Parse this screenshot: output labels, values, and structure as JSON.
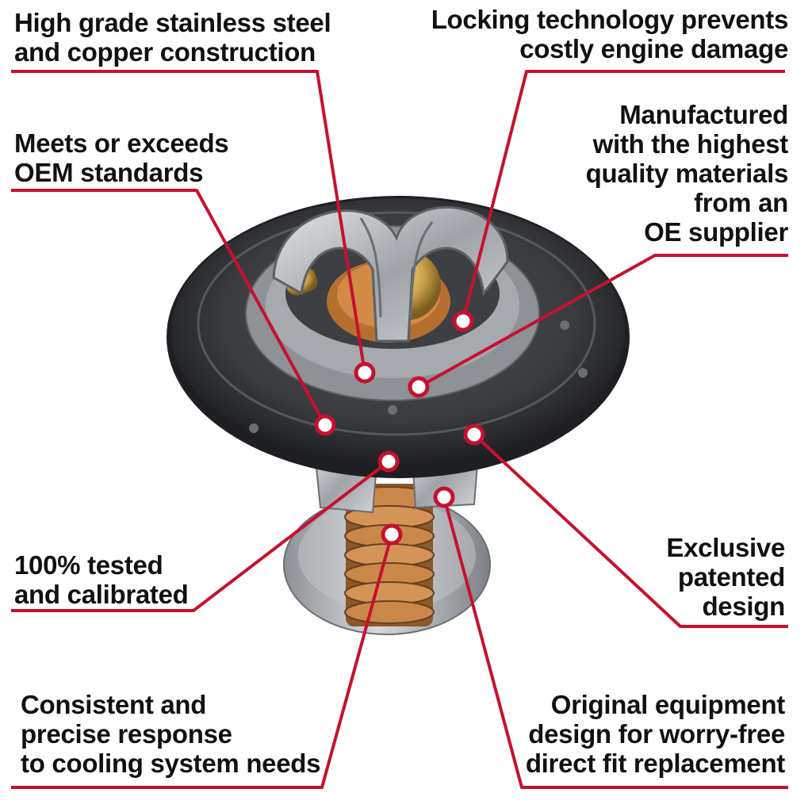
{
  "colors": {
    "leader": "#c8102e",
    "text": "#111111",
    "gasket": "#2b2d30",
    "steel": "#b9bcc0",
    "copper": "#c07a3c",
    "brass": "#c9a34a"
  },
  "callouts": [
    {
      "id": "stainless-copper",
      "lines": [
        "High grade stainless steel",
        "and copper construction"
      ]
    },
    {
      "id": "locking-technology",
      "lines": [
        "Locking technology prevents",
        "costly engine damage"
      ]
    },
    {
      "id": "oem-standards",
      "lines": [
        "Meets or exceeds",
        "OEM standards"
      ]
    },
    {
      "id": "oe-supplier",
      "lines": [
        "Manufactured",
        "with the highest",
        "quality materials",
        "from an",
        "OE supplier"
      ]
    },
    {
      "id": "tested-calibrated",
      "lines": [
        "100% tested",
        "and calibrated"
      ]
    },
    {
      "id": "patented-design",
      "lines": [
        "Exclusive",
        "patented",
        "design"
      ]
    },
    {
      "id": "precise-response",
      "lines": [
        "Consistent and",
        "precise response",
        "to cooling system needs"
      ]
    },
    {
      "id": "direct-fit",
      "lines": [
        "Original equipment",
        "design for worry-free",
        "direct fit replacement"
      ]
    }
  ]
}
